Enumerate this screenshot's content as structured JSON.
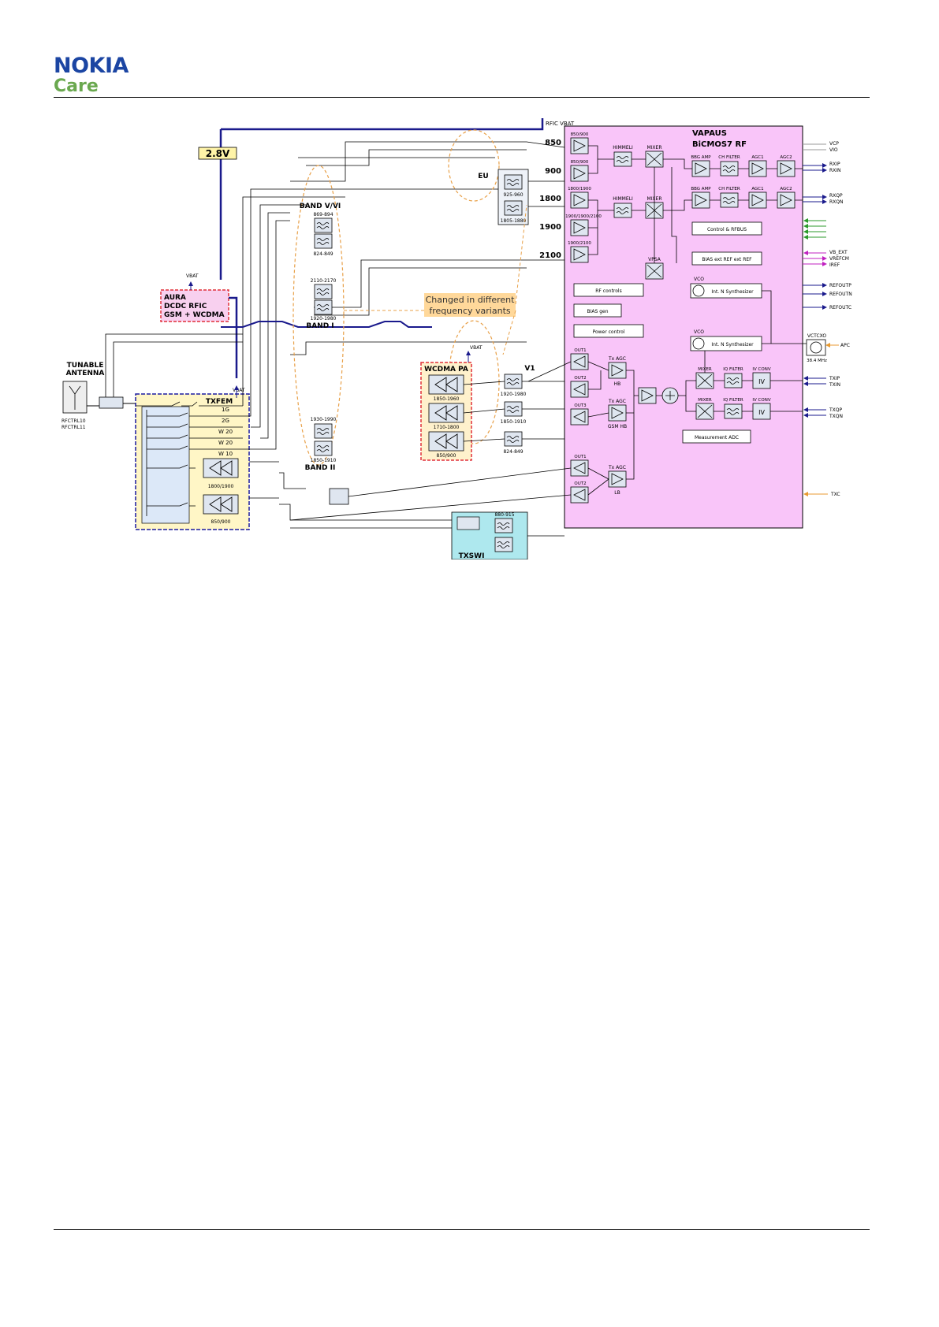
{
  "header": {
    "brand": "NOKIA",
    "brand_sub": "Care"
  },
  "diagram": {
    "rfic_vbat": "RFIC VBAT",
    "v28": "2.8V",
    "vbat": "VBAT",
    "tunable_antenna": [
      "TUNABLE",
      "ANTENNA"
    ],
    "rf_ctrl": [
      "RFCTRL10",
      "RFCTRL11"
    ],
    "aura": [
      "AURA",
      "DCDC RFIC",
      "GSM + WCDMA"
    ],
    "txfem": "TXFEM",
    "txfem_ports": [
      "1G",
      "2G",
      "W 20",
      "W 20",
      "W 10"
    ],
    "txfem_pa": [
      "1800/1900",
      "850/900"
    ],
    "band_vvi": "BAND V/VI",
    "band_vvi_freqs": [
      "869-894",
      "824-849"
    ],
    "band_i": "BAND I",
    "band_i_freqs": [
      "2110-2170",
      "1920-1980"
    ],
    "band_ii": "BAND II",
    "band_ii_freqs": [
      "1930-1990",
      "1850-1910"
    ],
    "eu": "EU",
    "eu_freqs": [
      "925-960",
      "1805-1880"
    ],
    "freq_labels": [
      "850",
      "900",
      "1800",
      "1900",
      "2100"
    ],
    "changed_note": [
      "Changed in different",
      "frequency variants"
    ],
    "wcdma_pa": "WCDMA PA",
    "wcdma_pa_bands": [
      "1850-1960",
      "1710-1800",
      "850/900"
    ],
    "v1": "V1",
    "v1_freqs": [
      "1920-1980",
      "1850-1910",
      "824-849"
    ],
    "vapaus": "VAPAUS",
    "bicmos": "BiCMOS7 RF",
    "lna_labels": [
      "850/900",
      "850/900",
      "1800/1900",
      "1900/1900/2100",
      "1900/2100"
    ],
    "himmeli": "HIMMELI",
    "mixer": "MIXER",
    "bbg_amp": "BBG AMP",
    "ch_filter": "CH FILTER",
    "agc1": "AGC1",
    "agc2": "AGC2",
    "vpsa": "VPSA",
    "control_rfbus": "Control & RFBUS",
    "bias": "BIAS ext REF ext REF",
    "vco": "VCO",
    "synth": "Int. N Synthesizer",
    "rf_controls": "RF controls",
    "bias_box": "BIAS gen",
    "power_control": "Power control",
    "vctcxo": [
      "VCTCXO",
      "38.4 MHz"
    ],
    "out_labels": [
      "OUT1",
      "OUT2",
      "OUT3",
      "OUT1",
      "OUT2"
    ],
    "tx_agc": "Tx AGC",
    "tx_agc_sub": [
      "HB",
      "GSM HB",
      "LB"
    ],
    "iq_filter": "IQ FILTER",
    "iv_conv": "IV CONV",
    "iv": "IV",
    "measurement_adc": "Measurement ADC",
    "txswi": "TXSWI",
    "txswi_freq": "880-915",
    "right_pins": [
      "VCP",
      "VIO",
      "RXIP",
      "RXIN",
      "RXQP",
      "RXQN",
      "VB_EXT",
      "VREFCM",
      "IREF",
      "REFOUTP",
      "REFOUTN",
      "REFOUTC",
      "APC",
      "TXIP",
      "TXIN",
      "TXQP",
      "TXQN",
      "TXC"
    ],
    "colors": {
      "vapaus_fill": "#f9c5f9",
      "txfem_fill": "#fff6c6",
      "aura_fill": "#f8d0ef",
      "wcdma_fill": "#fff1cc",
      "note_fill": "#ffd89a",
      "line_blue": "#1a1a8c",
      "oval": "#e8a048",
      "txswi_fill": "#aee8ee"
    }
  }
}
